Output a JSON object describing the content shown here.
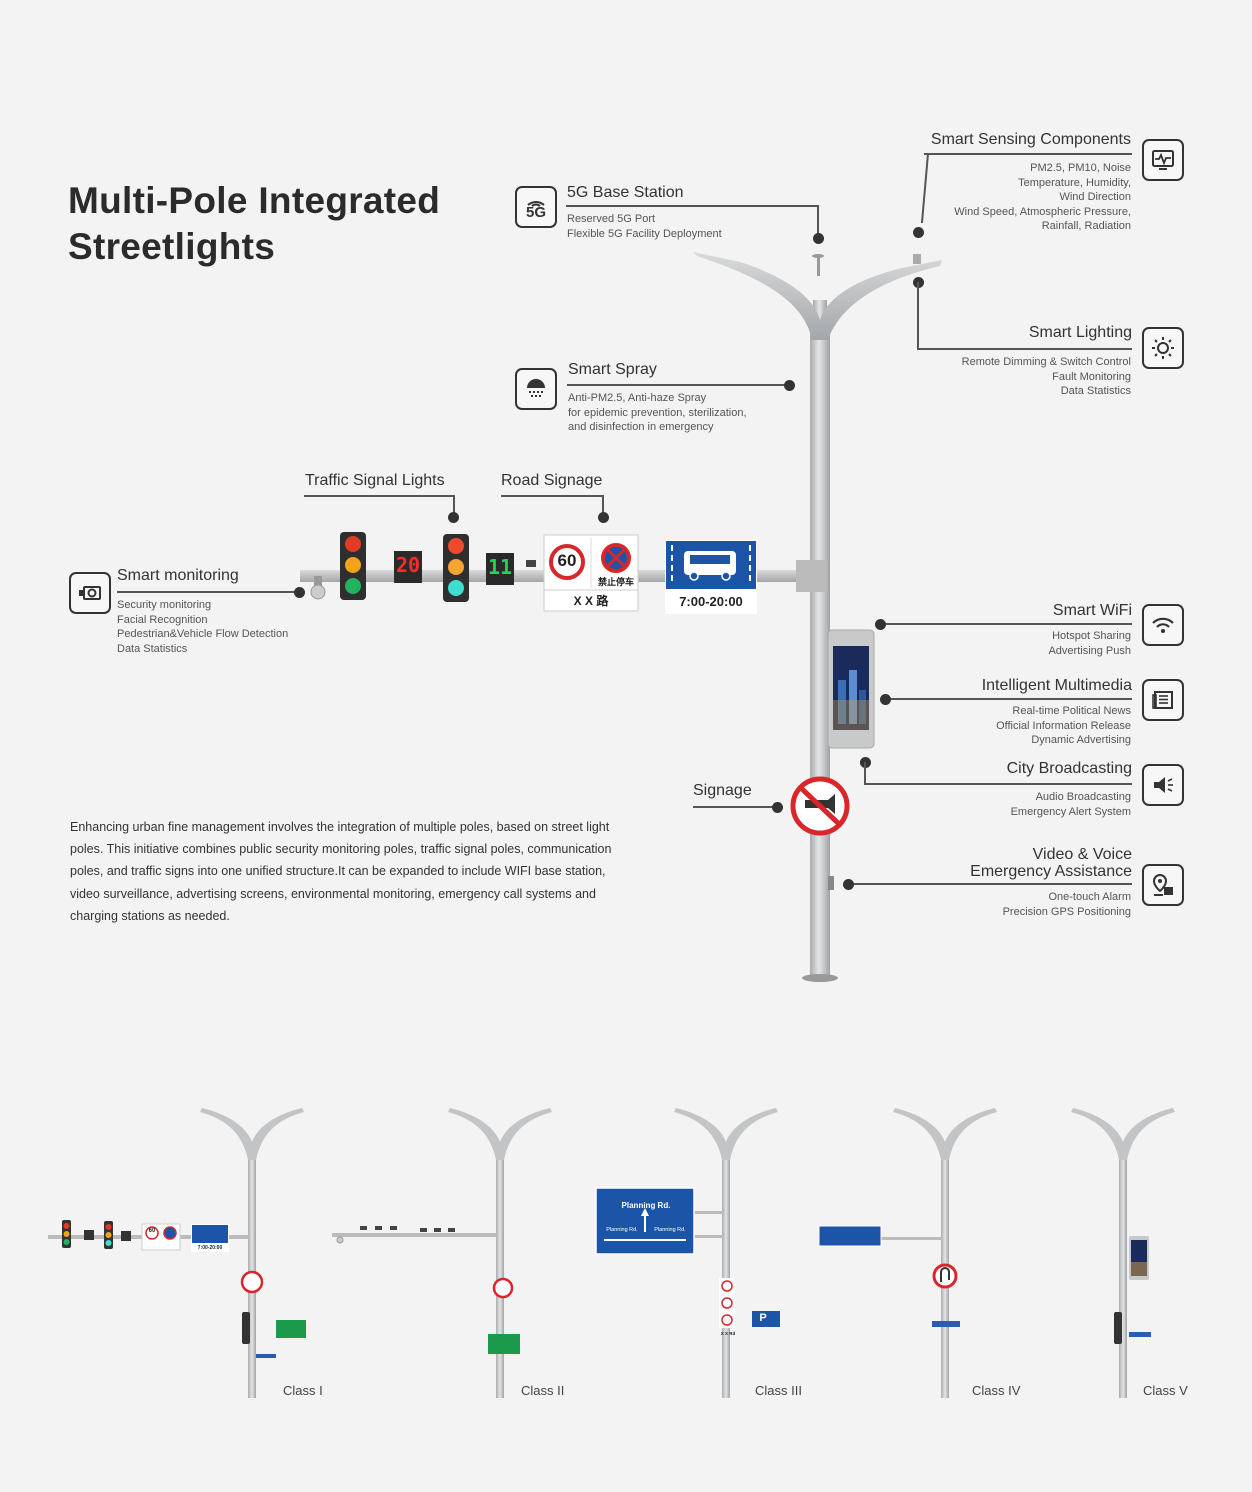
{
  "title": {
    "line1": "Multi-Pole Integrated",
    "line2": "Streetlights"
  },
  "features": {
    "base_station": {
      "label": "5G Base Station",
      "icon_text": "5G",
      "desc": [
        "Reserved 5G Port",
        "Flexible 5G Facility Deployment"
      ]
    },
    "sensing": {
      "label": "Smart Sensing Components",
      "desc": [
        "PM2.5, PM10, Noise",
        "Temperature, Humidity,",
        "Wind Direction",
        "Wind Speed, Atmospheric Pressure,",
        "Rainfall, Radiation"
      ]
    },
    "lighting": {
      "label": "Smart Lighting",
      "desc": [
        "Remote Dimming & Switch Control",
        "Fault Monitoring",
        "Data Statistics"
      ]
    },
    "spray": {
      "label": "Smart Spray",
      "desc": [
        "Anti-PM2.5, Anti-haze Spray",
        "for epidemic prevention, sterilization,",
        "and disinfection in emergency"
      ]
    },
    "traffic": {
      "label": "Traffic Signal Lights"
    },
    "road_signage": {
      "label": "Road Signage"
    },
    "monitoring": {
      "label": "Smart monitoring",
      "desc": [
        "Security monitoring",
        "Facial Recognition",
        "Pedestrian&Vehicle Flow Detection",
        "Data Statistics"
      ]
    },
    "wifi": {
      "label": "Smart WiFi",
      "desc": [
        "Hotspot Sharing",
        "Advertising Push"
      ]
    },
    "multimedia": {
      "label": "Intelligent Multimedia",
      "desc": [
        "Real-time Political News",
        "Official Information Release",
        "Dynamic Advertising"
      ]
    },
    "broadcasting": {
      "label": "City Broadcasting",
      "desc": [
        "Audio Broadcasting",
        "Emergency Alert System"
      ]
    },
    "signage": {
      "label": "Signage"
    },
    "emergency": {
      "label_line1": "Video & Voice",
      "label_line2": "Emergency Assistance",
      "desc": [
        "One-touch Alarm",
        "Precision GPS Positioning"
      ]
    }
  },
  "signs": {
    "countdown_red": "20",
    "countdown_green": "11",
    "speed_limit": "60",
    "no_parking_text": "禁止停车",
    "road_name": "X X 路",
    "bus_hours": "7:00-20:00",
    "planning_main": "Planning Rd.",
    "planning_left": "Planning Rd.",
    "planning_right": "Planning Rd.",
    "parking": "P",
    "class3_road": "X X Rd"
  },
  "description": "Enhancing urban fine management involves the integration of multiple poles, based on street light poles. This initiative combines public security monitoring poles, traffic signal poles, communication poles, and traffic signs into one unified structure.It can be expanded to include WIFI base station, video surveillance, advertising screens, environmental monitoring, emergency call systems and charging stations as needed.",
  "classes": [
    "Class I",
    "Class II",
    "Class III",
    "Class IV",
    "Class V"
  ],
  "colors": {
    "red": "#d8262b",
    "blue": "#1c55a8",
    "green": "#1a9a4a",
    "pole": "#c7c9cb"
  }
}
